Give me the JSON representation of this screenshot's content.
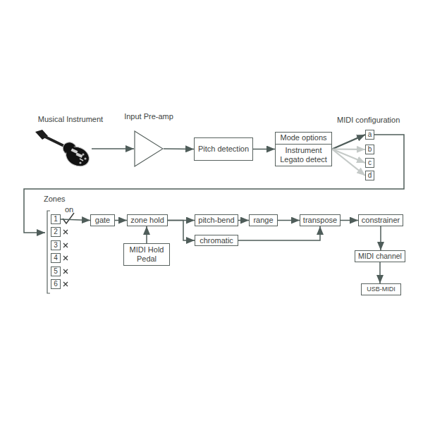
{
  "diagram": {
    "nodes": [
      {
        "text": [
          "Input Pre-amp"
        ]
      },
      {
        "text": [
          "Pitch detection"
        ]
      },
      {
        "text": [
          "Mode options",
          "Instrument Legato detect"
        ]
      },
      {
        "text": [
          "a"
        ]
      },
      {
        "text": [
          "b"
        ]
      },
      {
        "text": [
          "c"
        ]
      },
      {
        "text": [
          "d"
        ]
      },
      {
        "text": [
          "1"
        ]
      },
      {
        "text": [
          "2"
        ]
      },
      {
        "text": [
          "3"
        ]
      },
      {
        "text": [
          "4"
        ]
      },
      {
        "text": [
          "5"
        ]
      },
      {
        "text": [
          "6"
        ]
      },
      {
        "text": [
          "gate"
        ]
      },
      {
        "text": [
          "zone hold"
        ]
      },
      {
        "text": [
          "pitch-bend"
        ]
      },
      {
        "text": [
          "range"
        ]
      },
      {
        "text": [
          "transpose"
        ]
      },
      {
        "text": [
          "constrainer"
        ]
      },
      {
        "text": [
          "chromatic"
        ]
      },
      {
        "text": [
          "MIDI Hold Pedal"
        ]
      },
      {
        "text": [
          "MIDI channel"
        ]
      },
      {
        "text": [
          "USB-MIDI"
        ]
      }
    ],
    "edges": [
      {
        "from": 0,
        "to": 1,
        "arrow": "to"
      },
      {
        "from": 1,
        "to": 2,
        "arrow": "to"
      },
      {
        "from": 2,
        "to": 3,
        "arrow": "to"
      },
      {
        "from": 2,
        "to": 4,
        "arrow": "to"
      },
      {
        "from": 2,
        "to": 5,
        "arrow": "to"
      },
      {
        "from": 2,
        "to": 6,
        "arrow": "to"
      },
      {
        "from": 7,
        "to": 13,
        "arrow": "to"
      },
      {
        "from": 13,
        "to": 14,
        "arrow": "to"
      },
      {
        "from": 20,
        "to": 14,
        "arrow": "to"
      },
      {
        "from": 14,
        "to": 15,
        "arrow": "to"
      },
      {
        "from": 14,
        "to": 19,
        "arrow": "to"
      },
      {
        "from": 15,
        "to": 16,
        "arrow": "to"
      },
      {
        "from": 16,
        "to": 17,
        "arrow": "to"
      },
      {
        "from": 19,
        "to": 17,
        "arrow": "to"
      },
      {
        "from": 17,
        "to": 18,
        "arrow": "to"
      },
      {
        "from": 18,
        "to": 21,
        "arrow": "to"
      },
      {
        "from": 21,
        "to": 22,
        "arrow": "to"
      }
    ],
    "labels": [
      "Musical Instrument",
      "MIDI configuration",
      "Zones",
      "on"
    ]
  }
}
